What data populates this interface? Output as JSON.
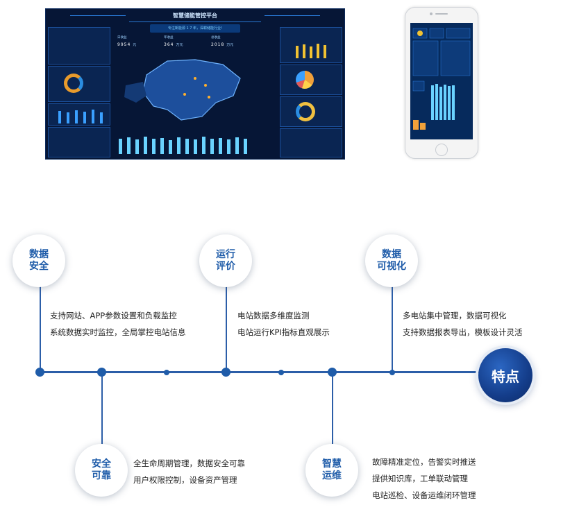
{
  "dashboard": {
    "title": "智慧储能管控平台",
    "subtitle": "专注新能源 1 7 年，深耕储能行业!",
    "kpis": [
      {
        "label": "日收益",
        "digits": "9954",
        "unit": "元"
      },
      {
        "label": "年收益",
        "digits": "364",
        "unit": "万元"
      },
      {
        "label": "总收益",
        "digits": "2018",
        "unit": "万元"
      }
    ]
  },
  "timeline": {
    "items": [
      {
        "title_line1": "数据",
        "title_line2": "安全",
        "lines": [
          "支持网站、APP参数设置和负载监控",
          "系统数据实时监控，全局掌控电站信息"
        ]
      },
      {
        "title_line1": "运行",
        "title_line2": "评价",
        "lines": [
          "电站数据多维度监测",
          "电站运行KPI指标直观展示"
        ]
      },
      {
        "title_line1": "数据",
        "title_line2": "可视化",
        "lines": [
          "多电站集中管理，数据可视化",
          "支持数据报表导出，模板设计灵活"
        ]
      },
      {
        "title_line1": "安全",
        "title_line2": "可靠",
        "lines": [
          "全生命周期管理，数据安全可靠",
          "用户权限控制，设备资产管理"
        ]
      },
      {
        "title_line1": "智慧",
        "title_line2": "运维",
        "lines": [
          "故障精准定位，告警实时推送",
          "提供知识库，工单联动管理",
          "电站巡检、设备运维闭环管理"
        ]
      }
    ],
    "feature_label": "特点"
  },
  "colors": {
    "accent": "#1f5ca9",
    "dashboard_bg": "#061636",
    "feature_circle": "#143d8a"
  }
}
